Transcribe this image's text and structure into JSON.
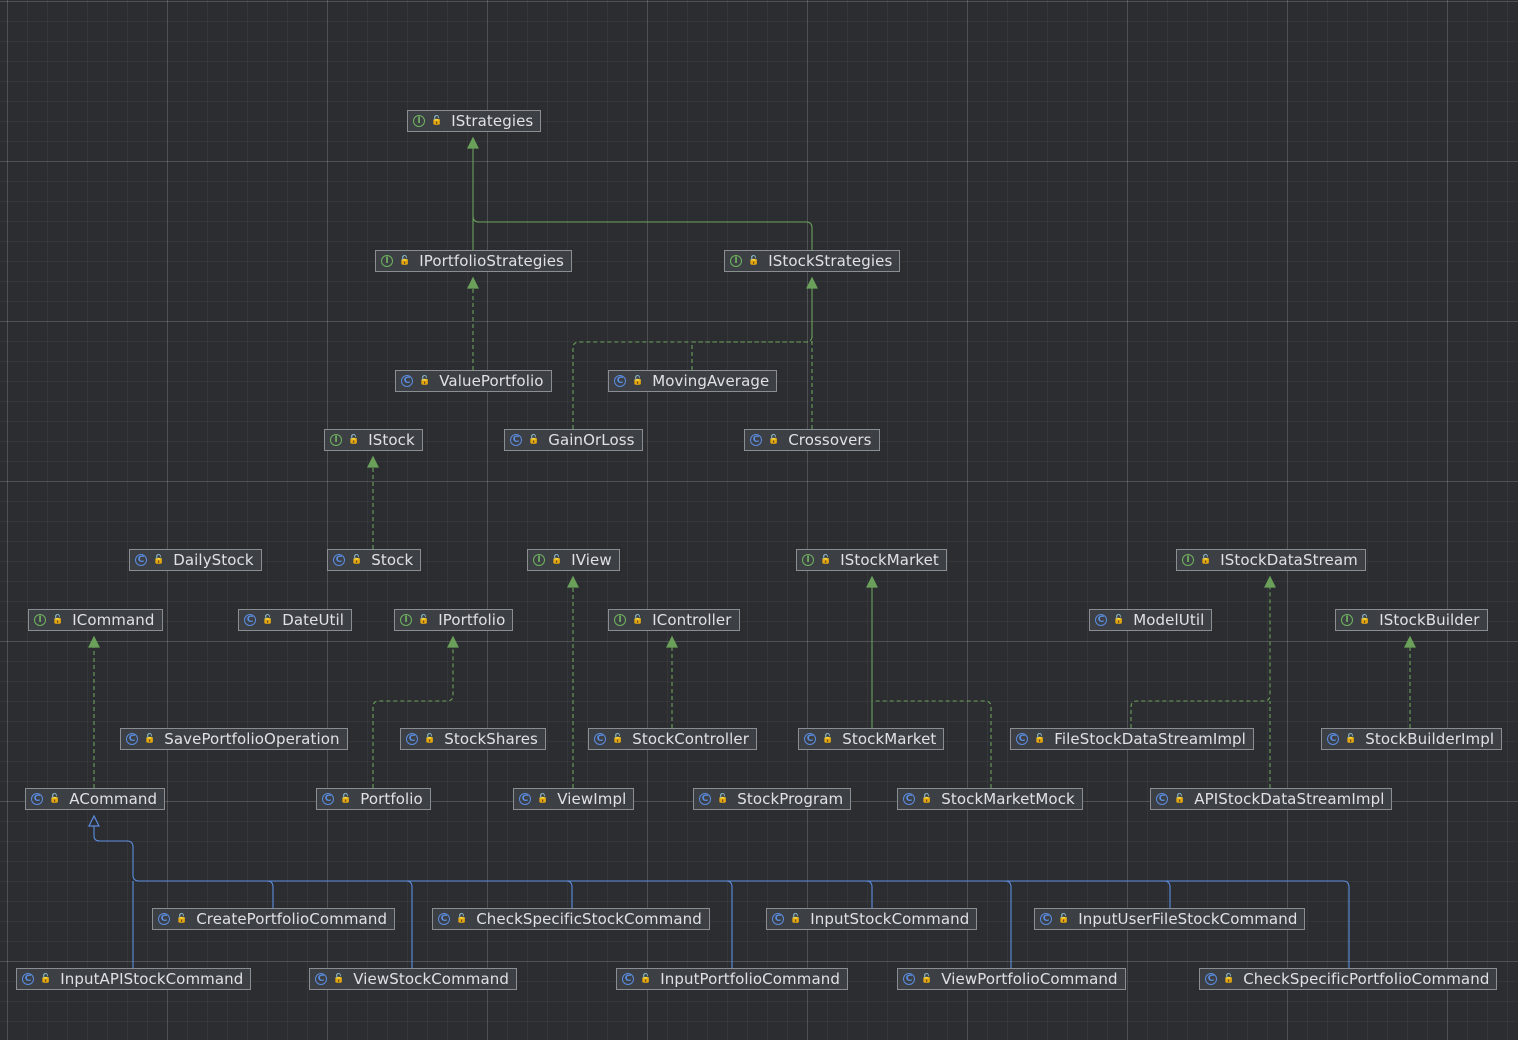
{
  "colors": {
    "background": "#2b2d30",
    "node_fill": "#3c3f44",
    "node_border": "#8a8d92",
    "node_text": "#dfe1e5",
    "interface_badge": "#6fb35f",
    "class_badge": "#5b8de0",
    "implements_edge": "#6aa05a",
    "extends_edge": "#5b8de0"
  },
  "nodes": {
    "IStrategies": {
      "kind": "interface",
      "label": "IStrategies"
    },
    "IPortfolioStrategies": {
      "kind": "interface",
      "label": "IPortfolioStrategies"
    },
    "IStockStrategies": {
      "kind": "interface",
      "label": "IStockStrategies"
    },
    "ValuePortfolio": {
      "kind": "class",
      "label": "ValuePortfolio"
    },
    "MovingAverage": {
      "kind": "class",
      "label": "MovingAverage"
    },
    "IStock": {
      "kind": "interface",
      "label": "IStock"
    },
    "GainOrLoss": {
      "kind": "class",
      "label": "GainOrLoss"
    },
    "Crossovers": {
      "kind": "class",
      "label": "Crossovers"
    },
    "DailyStock": {
      "kind": "class",
      "label": "DailyStock"
    },
    "Stock": {
      "kind": "class",
      "label": "Stock"
    },
    "IView": {
      "kind": "interface",
      "label": "IView"
    },
    "IStockMarket": {
      "kind": "interface",
      "label": "IStockMarket"
    },
    "IStockDataStream": {
      "kind": "interface",
      "label": "IStockDataStream"
    },
    "ICommand": {
      "kind": "interface",
      "label": "ICommand"
    },
    "DateUtil": {
      "kind": "class",
      "label": "DateUtil"
    },
    "IPortfolio": {
      "kind": "interface",
      "label": "IPortfolio"
    },
    "IController": {
      "kind": "interface",
      "label": "IController"
    },
    "ModelUtil": {
      "kind": "class",
      "label": "ModelUtil"
    },
    "IStockBuilder": {
      "kind": "interface",
      "label": "IStockBuilder"
    },
    "SavePortfolioOperation": {
      "kind": "class",
      "label": "SavePortfolioOperation"
    },
    "StockShares": {
      "kind": "class",
      "label": "StockShares"
    },
    "StockController": {
      "kind": "class",
      "label": "StockController"
    },
    "StockMarket": {
      "kind": "class",
      "label": "StockMarket"
    },
    "FileStockDataStreamImpl": {
      "kind": "class",
      "label": "FileStockDataStreamImpl"
    },
    "StockBuilderImpl": {
      "kind": "class",
      "label": "StockBuilderImpl"
    },
    "ACommand": {
      "kind": "class",
      "label": "ACommand"
    },
    "Portfolio": {
      "kind": "class",
      "label": "Portfolio"
    },
    "ViewImpl": {
      "kind": "class",
      "label": "ViewImpl"
    },
    "StockProgram": {
      "kind": "class",
      "label": "StockProgram"
    },
    "StockMarketMock": {
      "kind": "class",
      "label": "StockMarketMock"
    },
    "APIStockDataStreamImpl": {
      "kind": "class",
      "label": "APIStockDataStreamImpl"
    },
    "CreatePortfolioCommand": {
      "kind": "class",
      "label": "CreatePortfolioCommand"
    },
    "CheckSpecificStockCommand": {
      "kind": "class",
      "label": "CheckSpecificStockCommand"
    },
    "InputStockCommand": {
      "kind": "class",
      "label": "InputStockCommand"
    },
    "InputUserFileStockCommand": {
      "kind": "class",
      "label": "InputUserFileStockCommand"
    },
    "InputAPIStockCommand": {
      "kind": "class",
      "label": "InputAPIStockCommand"
    },
    "ViewStockCommand": {
      "kind": "class",
      "label": "ViewStockCommand"
    },
    "InputPortfolioCommand": {
      "kind": "class",
      "label": "InputPortfolioCommand"
    },
    "ViewPortfolioCommand": {
      "kind": "class",
      "label": "ViewPortfolioCommand"
    },
    "CheckSpecificPortfolioCommand": {
      "kind": "class",
      "label": "CheckSpecificPortfolioCommand"
    }
  },
  "edges": [
    {
      "from": "IPortfolioStrategies",
      "to": "IStrategies",
      "type": "extends-interface"
    },
    {
      "from": "IStockStrategies",
      "to": "IStrategies",
      "type": "extends-interface"
    },
    {
      "from": "ValuePortfolio",
      "to": "IPortfolioStrategies",
      "type": "implements"
    },
    {
      "from": "MovingAverage",
      "to": "IStockStrategies",
      "type": "implements"
    },
    {
      "from": "GainOrLoss",
      "to": "IStockStrategies",
      "type": "implements"
    },
    {
      "from": "Crossovers",
      "to": "IStockStrategies",
      "type": "implements"
    },
    {
      "from": "Stock",
      "to": "IStock",
      "type": "implements"
    },
    {
      "from": "ViewImpl",
      "to": "IView",
      "type": "implements"
    },
    {
      "from": "StockController",
      "to": "IController",
      "type": "implements"
    },
    {
      "from": "Portfolio",
      "to": "IPortfolio",
      "type": "implements"
    },
    {
      "from": "ACommand",
      "to": "ICommand",
      "type": "implements"
    },
    {
      "from": "StockMarket",
      "to": "IStockMarket",
      "type": "extends-interface"
    },
    {
      "from": "StockMarketMock",
      "to": "IStockMarket",
      "type": "implements"
    },
    {
      "from": "FileStockDataStreamImpl",
      "to": "IStockDataStream",
      "type": "implements"
    },
    {
      "from": "APIStockDataStreamImpl",
      "to": "IStockDataStream",
      "type": "implements"
    },
    {
      "from": "StockBuilderImpl",
      "to": "IStockBuilder",
      "type": "implements"
    },
    {
      "from": "CreatePortfolioCommand",
      "to": "ACommand",
      "type": "extends"
    },
    {
      "from": "CheckSpecificStockCommand",
      "to": "ACommand",
      "type": "extends"
    },
    {
      "from": "InputStockCommand",
      "to": "ACommand",
      "type": "extends"
    },
    {
      "from": "InputUserFileStockCommand",
      "to": "ACommand",
      "type": "extends"
    },
    {
      "from": "InputAPIStockCommand",
      "to": "ACommand",
      "type": "extends"
    },
    {
      "from": "ViewStockCommand",
      "to": "ACommand",
      "type": "extends"
    },
    {
      "from": "InputPortfolioCommand",
      "to": "ACommand",
      "type": "extends"
    },
    {
      "from": "ViewPortfolioCommand",
      "to": "ACommand",
      "type": "extends"
    },
    {
      "from": "CheckSpecificPortfolioCommand",
      "to": "ACommand",
      "type": "extends"
    }
  ]
}
